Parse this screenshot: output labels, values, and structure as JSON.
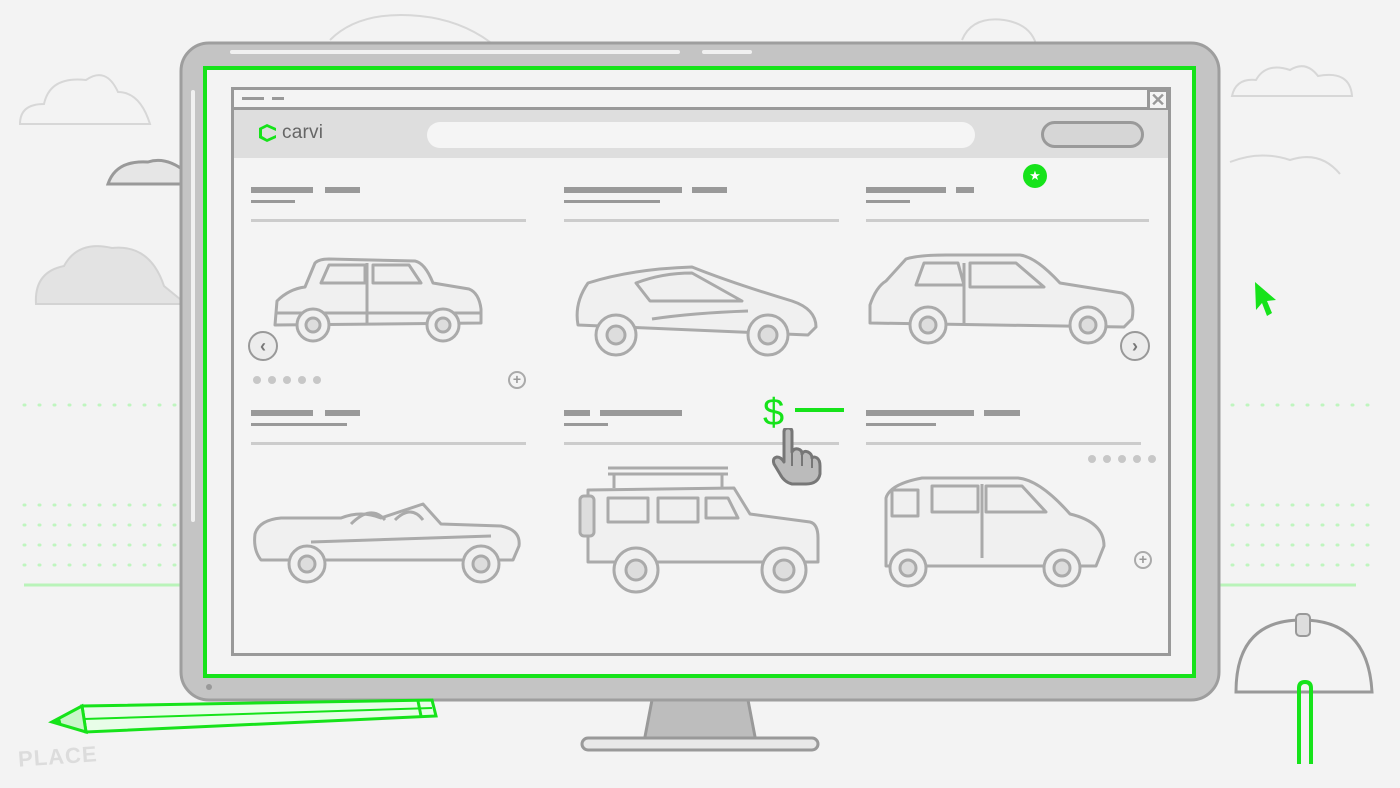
{
  "app": {
    "name": "carvi",
    "watermark": "PLACE"
  },
  "header": {
    "search_placeholder": "",
    "favorite_icon": "star-icon",
    "account_button_label": ""
  },
  "listings": [
    {
      "row": 1,
      "col": 1,
      "car": "hatchback-mini"
    },
    {
      "row": 1,
      "col": 2,
      "car": "sports-coupe"
    },
    {
      "row": 1,
      "col": 3,
      "car": "compact-hatchback"
    },
    {
      "row": 2,
      "col": 1,
      "car": "convertible"
    },
    {
      "row": 2,
      "col": 2,
      "car": "off-road-jeep",
      "price_symbol": "$"
    },
    {
      "row": 2,
      "col": 3,
      "car": "minivan"
    }
  ],
  "carousel": {
    "prev_icon": "chevron-left-icon",
    "next_icon": "chevron-right-icon",
    "page_dots": 5
  },
  "colors": {
    "accent": "#16e31a",
    "outline": "#999999",
    "background": "#f3f3f3"
  }
}
